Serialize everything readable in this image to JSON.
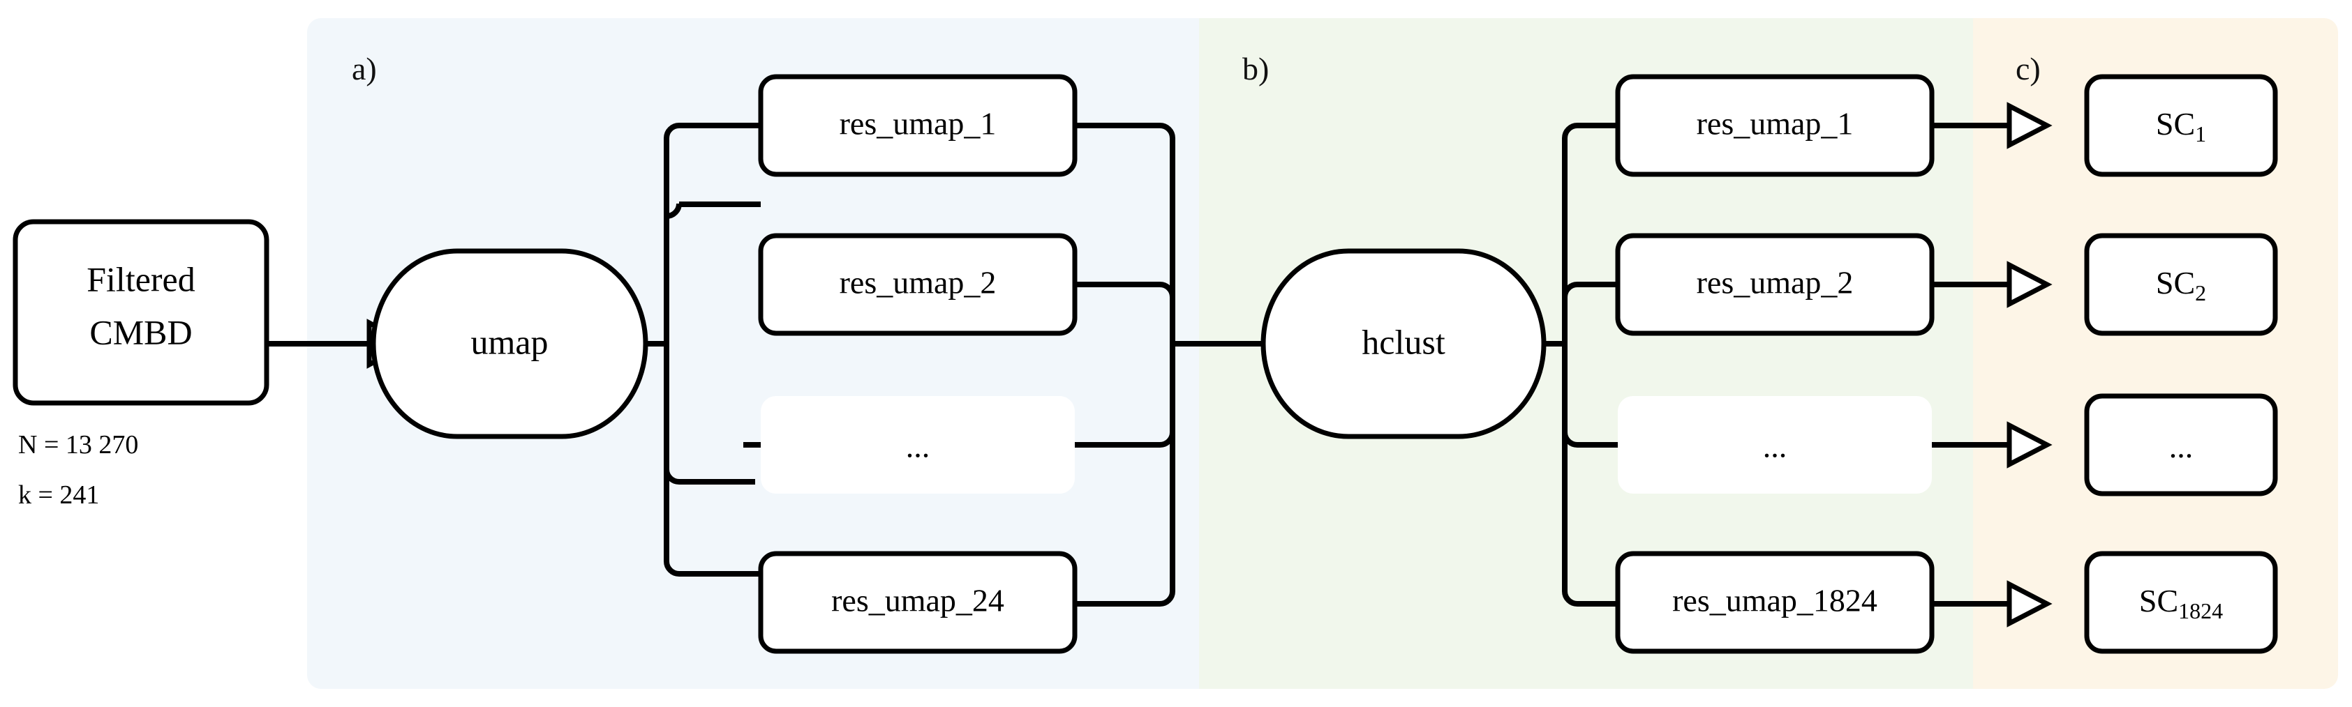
{
  "figure": {
    "title": "Clustering pipeline flowchart",
    "background": "#ffffff"
  },
  "source": {
    "node_label_line1": "Filtered",
    "node_label_line2": "CMBD",
    "meta_n": "N = 13 270",
    "meta_k": "k = 241"
  },
  "panels": [
    {
      "id": "a",
      "label": "a)",
      "color": "#f2f7fb",
      "process": "umap",
      "items": [
        {
          "text": "res_umap_1",
          "kind": "box"
        },
        {
          "text": "res_umap_2",
          "kind": "box"
        },
        {
          "text": "...",
          "kind": "ellipsis"
        },
        {
          "text": "res_umap_24",
          "kind": "box"
        }
      ]
    },
    {
      "id": "b",
      "label": "b)",
      "color": "#f1f7ec",
      "process": "hclust",
      "items": [
        {
          "text": "res_umap_1",
          "kind": "box"
        },
        {
          "text": "res_umap_2",
          "kind": "box"
        },
        {
          "text": "...",
          "kind": "ellipsis"
        },
        {
          "text": "res_umap_1824",
          "kind": "box"
        }
      ]
    },
    {
      "id": "c",
      "label": "c)",
      "color": "#fdf5e7",
      "process": "",
      "items": [
        {
          "base": "SC",
          "subscript": "1",
          "kind": "box"
        },
        {
          "base": "SC",
          "subscript": "2",
          "kind": "box"
        },
        {
          "base": "...",
          "subscript": "",
          "kind": "box"
        },
        {
          "base": "SC",
          "subscript": "1824",
          "kind": "box"
        }
      ]
    }
  ],
  "colors": {
    "stroke": "#000000",
    "node_fill": "#ffffff",
    "panel_a": "#f2f7fb",
    "panel_b": "#f1f7ec",
    "panel_c": "#fdf5e7"
  }
}
